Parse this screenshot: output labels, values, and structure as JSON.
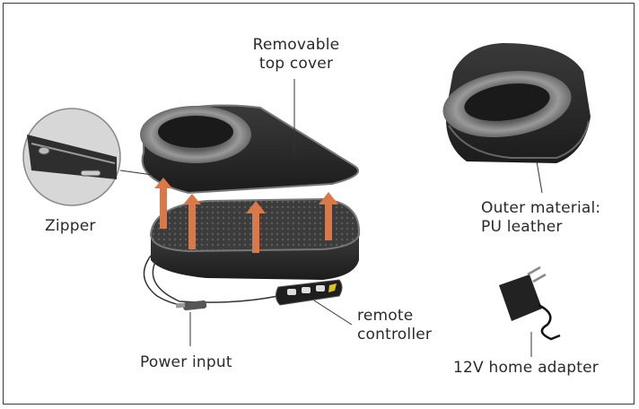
{
  "labels": {
    "top_cover": [
      "Removable",
      "top cover"
    ],
    "zipper": "Zipper",
    "outer_material": [
      "Outer material:",
      "PU leather"
    ],
    "remote": [
      "remote",
      "controller"
    ],
    "power_input": "Power input",
    "adapter": "12V home adapter"
  },
  "colors": {
    "arrow": "#d9794a",
    "shell": "#2b2b2b",
    "fur": "#8a8a8a",
    "mesh": "#4a4a4a",
    "remote_button": "#e0c020"
  },
  "icons": [
    "upward-arrow-icon",
    "zipper-pull-icon",
    "power-plug-icon"
  ]
}
